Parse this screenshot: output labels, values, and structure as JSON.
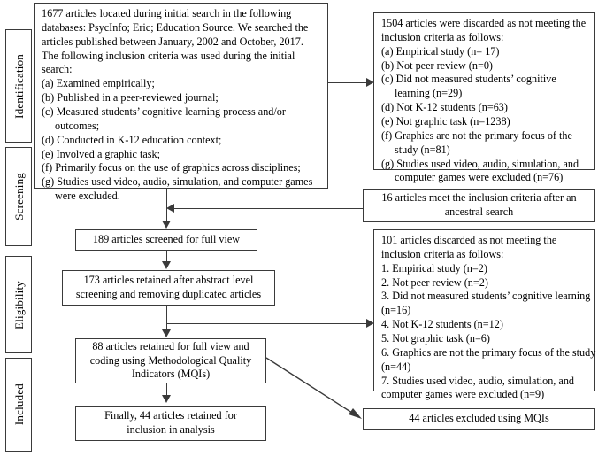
{
  "diagram": {
    "title": "PRISMA article selection flow diagram",
    "stages": [
      {
        "id": "identification",
        "label": "Identification"
      },
      {
        "id": "screening",
        "label": "Screening"
      },
      {
        "id": "eligibility",
        "label": "Eligibility"
      },
      {
        "id": "included",
        "label": "Included"
      }
    ],
    "boxes": {
      "initial_search": {
        "lines": [
          "1677 articles located during initial search in the following",
          "databases: PsycInfo; Eric; Education Source. We searched the",
          "articles published between January, 2002 and October, 2017.",
          "The following inclusion criteria was used during the initial",
          "search:",
          "(a) Examined empirically;",
          "(b) Published in a peer-reviewed journal;",
          "(c) Measured students’ cognitive learning process and/or",
          "outcomes;",
          "(d) Conducted in K-12 education context;",
          "(e) Involved a graphic task;",
          "(f) Primarily focus on the use of graphics across disciplines;",
          "(g) Studies used video, audio, simulation, and computer games",
          "were excluded."
        ],
        "hanging_indices": [
          8,
          13
        ]
      },
      "discarded_initial": {
        "lines": [
          "1504 articles were discarded as not meeting the",
          "inclusion criteria as follows:",
          "(a) Empirical study (n= 17)",
          "(b) Not peer review (n=0)",
          "(c) Did not measured students’ cognitive",
          "learning (n=29)",
          "(d) Not K-12 students (n=63)",
          "(e) Not graphic task (n=1238)",
          "(f) Graphics are not the primary focus of the",
          "study (n=81)",
          "(g) Studies used video, audio, simulation, and",
          "computer games were excluded (n=76)"
        ],
        "hanging_indices": [
          5,
          9,
          11
        ]
      },
      "ancestral_search": {
        "lines": [
          "16 articles meet the inclusion criteria after an",
          "ancestral search"
        ]
      },
      "screened_full_view": {
        "lines": [
          "189  articles screened for full view"
        ]
      },
      "retained_abstract": {
        "lines": [
          "173 articles retained after abstract level",
          "screening and removing duplicated articles"
        ]
      },
      "discarded_full": {
        "lines": [
          "101 articles discarded as not meeting the",
          "inclusion criteria as follows:",
          "1. Empirical study (n=2)",
          "2. Not peer review (n=2)",
          "3. Did not measured students’ cognitive learning",
          "(n=16)",
          "4. Not K-12 students (n=12)",
          "5. Not graphic task (n=6)",
          "6. Graphics are not the primary focus of the study",
          "(n=44)",
          "7. Studies used video, audio, simulation, and",
          "computer games were excluded (n=9)"
        ],
        "hanging_indices": []
      },
      "retained_coding": {
        "lines": [
          "88  articles retained for full view and",
          "coding using Methodological Quality",
          "Indicators (MQIs)"
        ]
      },
      "final_inclusion": {
        "lines": [
          "Finally, 44 articles retained for",
          "inclusion in analysis"
        ]
      },
      "excluded_mqis": {
        "lines": [
          "44 articles excluded using MQIs"
        ]
      }
    },
    "colors": {
      "stroke": "#3a3a3a",
      "text": "#000000",
      "background": "#ffffff"
    }
  }
}
